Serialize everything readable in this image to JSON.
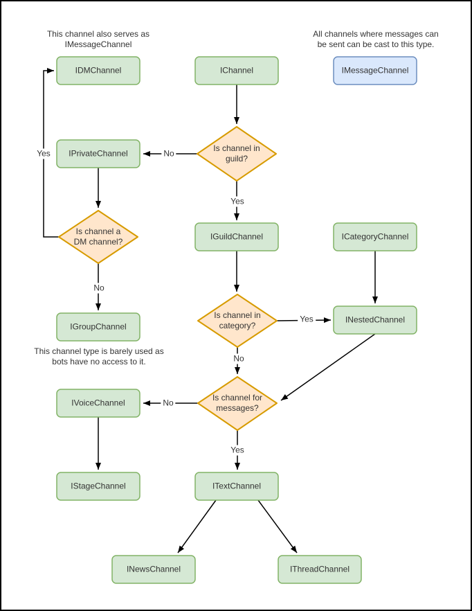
{
  "colors": {
    "canvas_bg": "#ffffff",
    "canvas_border": "#000000",
    "class_fill": "#d5e8d4",
    "class_border": "#82b366",
    "cast_fill": "#dae8fc",
    "cast_border": "#6c8ebf",
    "decision_fill": "#ffe6cc",
    "decision_border": "#d79b00",
    "edge_color": "#000000",
    "text_color": "#333333"
  },
  "notes": [
    {
      "lines": [
        "This channel also serves as",
        "IMessageChannel"
      ]
    },
    {
      "lines": [
        "All channels where messages can",
        "be sent can be cast to this type."
      ]
    },
    {
      "lines": [
        "This channel type is barely used as",
        "bots have no access to it."
      ]
    }
  ],
  "nodes": [
    {
      "label": "IDMChannel"
    },
    {
      "label": "IChannel"
    },
    {
      "label": "IMessageChannel"
    },
    {
      "label": "IPrivateChannel"
    },
    {
      "label": "IGuildChannel"
    },
    {
      "label": "ICategoryChannel"
    },
    {
      "label": "IGroupChannel"
    },
    {
      "label": "INestedChannel"
    },
    {
      "label": "IVoiceChannel"
    },
    {
      "label": "IStageChannel"
    },
    {
      "label": "ITextChannel"
    },
    {
      "label": "INewsChannel"
    },
    {
      "label": "IThreadChannel"
    }
  ],
  "decisions": [
    {
      "lines": [
        "Is channel in",
        "guild?"
      ]
    },
    {
      "lines": [
        "Is channel a",
        "DM channel?"
      ]
    },
    {
      "lines": [
        "Is channel in",
        "category?"
      ]
    },
    {
      "lines": [
        "Is channel for",
        "messages?"
      ]
    }
  ],
  "edge_labels": [
    {
      "text": "No"
    },
    {
      "text": "Yes"
    },
    {
      "text": "Yes"
    },
    {
      "text": "No"
    },
    {
      "text": "Yes"
    },
    {
      "text": "No"
    },
    {
      "text": "No"
    },
    {
      "text": "Yes"
    }
  ]
}
